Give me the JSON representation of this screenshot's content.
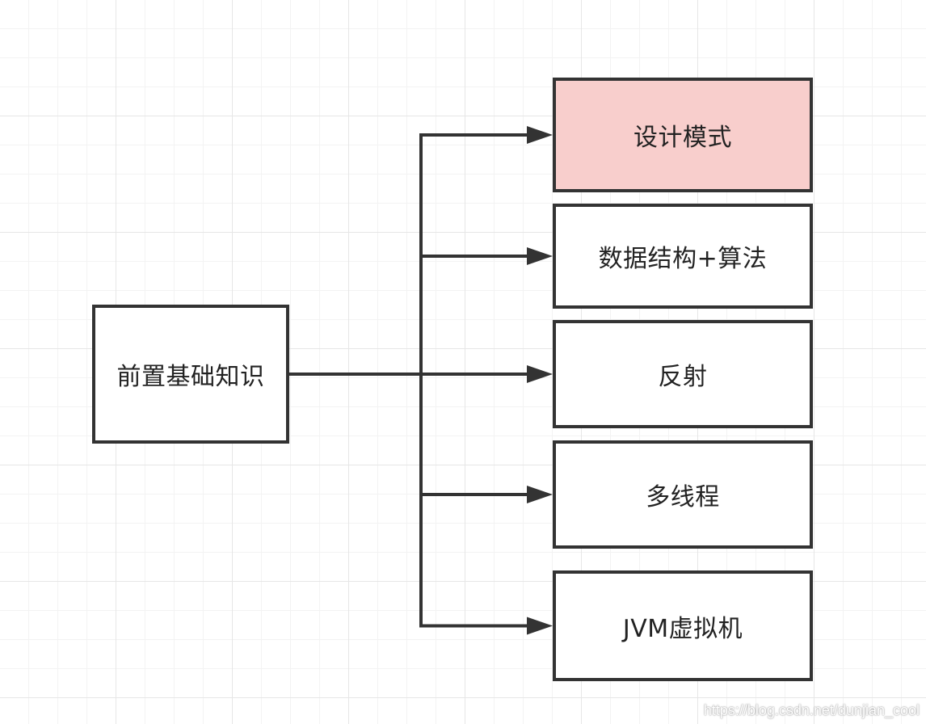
{
  "diagram": {
    "root": {
      "label": "前置基础知识"
    },
    "children": [
      {
        "label": "设计模式",
        "fill": "#f8cecc"
      },
      {
        "label": "数据结构+算法",
        "fill": "#ffffff"
      },
      {
        "label": "反射",
        "fill": "#ffffff"
      },
      {
        "label": "多线程",
        "fill": "#ffffff"
      },
      {
        "label": "JVM虚拟机",
        "fill": "#ffffff"
      }
    ],
    "stroke_color": "#333333"
  },
  "watermark": "https://blog.csdn.net/dunjian_cool"
}
